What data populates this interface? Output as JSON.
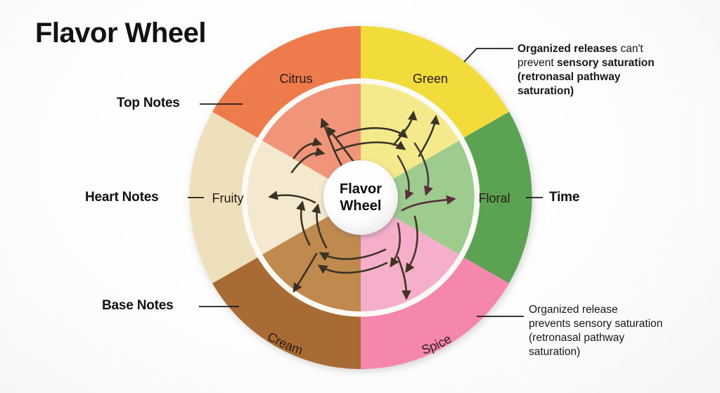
{
  "title": "Flavor Wheel",
  "hub": {
    "line1": "Flavor",
    "line2": "Wheel"
  },
  "stage_labels": {
    "top": "Top Notes",
    "heart": "Heart Notes",
    "base": "Base Notes",
    "time": "Time"
  },
  "segments": [
    {
      "id": "citrus",
      "label": "Citrus",
      "color": "#F2DC3C",
      "inner_color": "#F4E98B",
      "start_deg": -90,
      "end_deg": -30
    },
    {
      "id": "green",
      "label": "Green",
      "color": "#5BA352",
      "inner_color": "#9ECB8E",
      "start_deg": -30,
      "end_deg": 30
    },
    {
      "id": "floral",
      "label": "Floral",
      "color": "#F586AC",
      "inner_color": "#F5AFCB",
      "start_deg": 30,
      "end_deg": 90
    },
    {
      "id": "spice",
      "label": "Spice",
      "color": "#A96B34",
      "inner_color": "#C08A4E",
      "start_deg": 90,
      "end_deg": 150
    },
    {
      "id": "cream",
      "label": "Cream",
      "color": "#EFE0BC",
      "inner_color": "#F4E8CE",
      "start_deg": 150,
      "end_deg": 210
    },
    {
      "id": "fruity",
      "label": "Fruity",
      "color": "#EE7B4B",
      "inner_color": "#F0957A",
      "start_deg": 210,
      "end_deg": 270
    }
  ],
  "callouts": {
    "top_right": {
      "line1_bold": "Organized releases",
      "line1_rest": " can't",
      "line2_rest": "prevent ",
      "line2_bold": "sensory saturation",
      "line3": "(retronasal pathway",
      "line4": "saturation)"
    },
    "bottom_right": {
      "line1": "Organized release",
      "line2": "prevents sensory saturation",
      "line3": "(retronasal pathway",
      "line4": "saturation)"
    }
  },
  "chart_data": {
    "type": "pie",
    "title": "Flavor Wheel",
    "categories": [
      "Citrus",
      "Green",
      "Floral",
      "Spice",
      "Cream",
      "Fruity"
    ],
    "values": [
      60,
      60,
      60,
      60,
      60,
      60
    ],
    "unit": "degrees",
    "rings": [
      "outer",
      "inner"
    ],
    "center_label": "Flavor Wheel",
    "annotations": [
      "Top Notes",
      "Heart Notes",
      "Base Notes",
      "Time",
      "Organized releases can't prevent sensory saturation (retronasal pathway saturation)",
      "Organized release prevents sensory saturation (retronasal pathway saturation)"
    ],
    "legend_position": "none",
    "grid": false
  }
}
